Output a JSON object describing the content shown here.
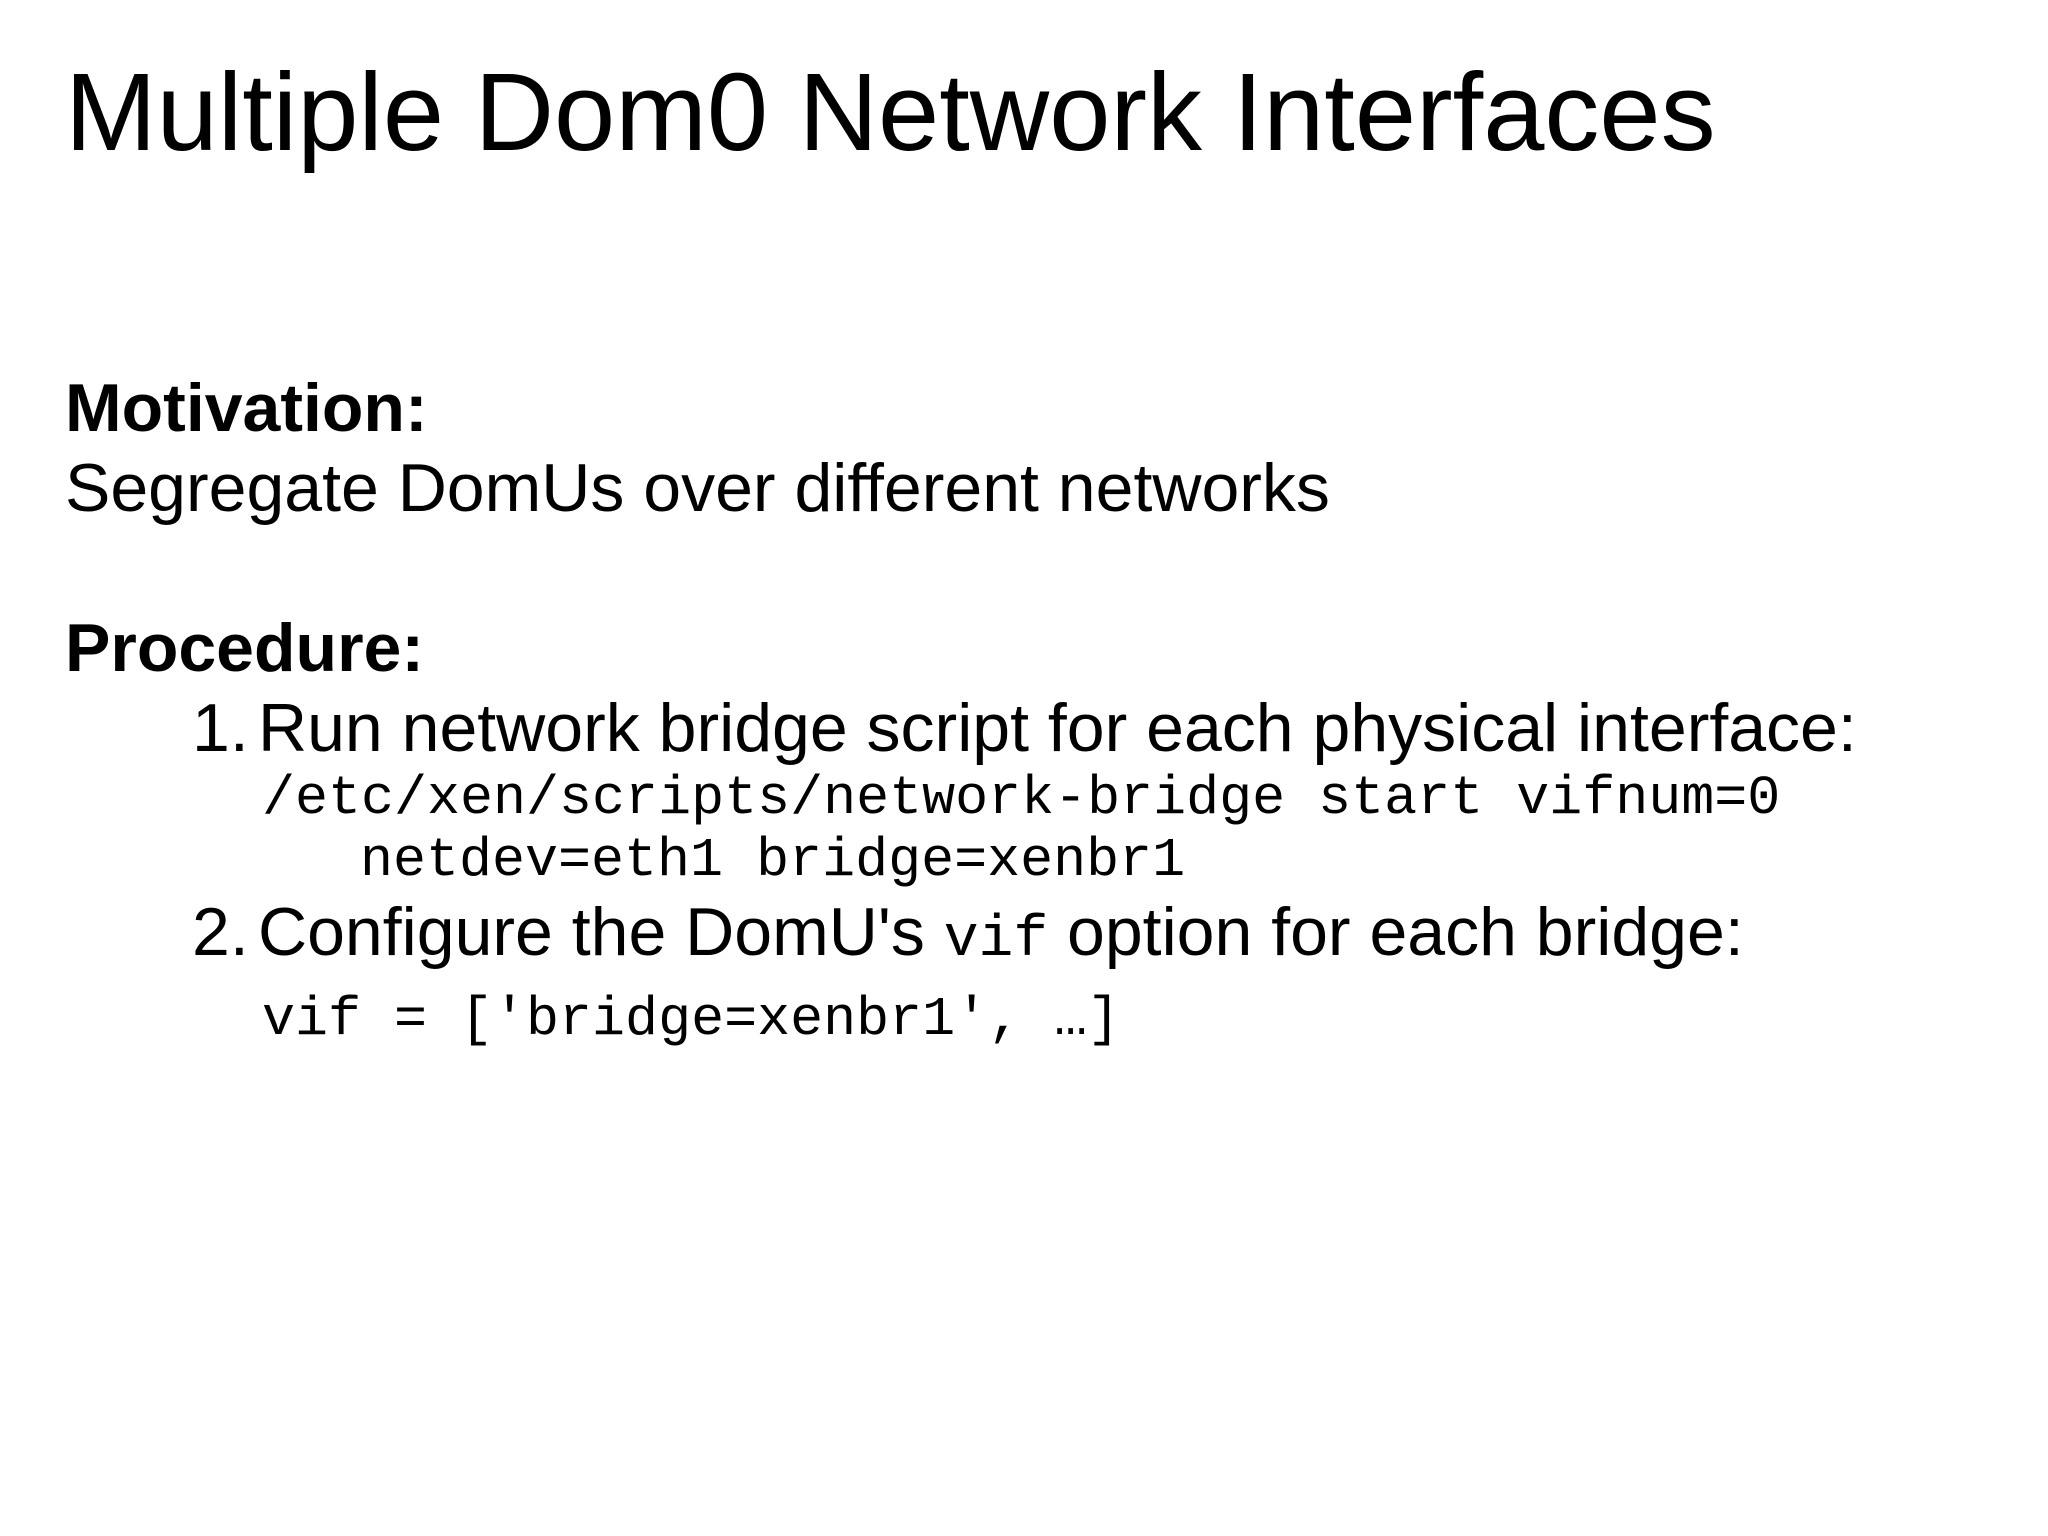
{
  "slide": {
    "title": "Multiple Dom0 Network Interfaces",
    "motivation": {
      "heading": "Motivation:",
      "text": "Segregate DomUs over different networks"
    },
    "procedure": {
      "heading": "Procedure:",
      "steps": [
        {
          "number": "1.",
          "text": "Run network bridge script for each physical interface:",
          "code_line_1": "/etc/xen/scripts/network-bridge start vifnum=0",
          "code_line_2": "netdev=eth1 bridge=xenbr1"
        },
        {
          "number": "2.",
          "text_before": "Configure the DomU's ",
          "inline_code": "vif",
          "text_after": " option for each bridge:",
          "code_line_1": "vif = ['bridge=xenbr1', …]"
        }
      ]
    }
  }
}
